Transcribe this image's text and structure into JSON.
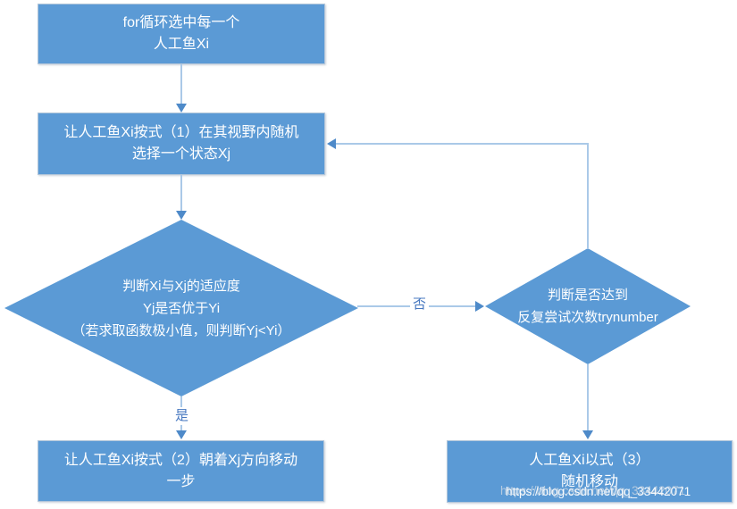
{
  "colors": {
    "shape_fill": "#5b9ad5",
    "shape_border": "#b3c6da",
    "shape_text": "#ffffff",
    "connector_line": "#aac9e8",
    "arrowhead": "#4e8ac9",
    "edge_label_text": "#4778c0",
    "background": "#ffffff"
  },
  "nodes": {
    "for_loop": {
      "lines": [
        "for循环选中每一个",
        "人工鱼Xi"
      ]
    },
    "select_state": {
      "lines": [
        "让人工鱼Xi按式（1）在其视野内随机",
        "选择一个状态Xj"
      ]
    },
    "fitness_decision": {
      "lines": [
        "判断Xi与Xj的适应度",
        "Yj是否优于Yi",
        "（若求取函数极小值，则判断Yj<Yi）"
      ]
    },
    "trynumber_decision": {
      "lines": [
        "判断是否达到",
        "反复尝试次数trynumber"
      ]
    },
    "move_step": {
      "lines": [
        "让人工鱼Xi按式（2）朝着Xj方向移动",
        "一步"
      ]
    },
    "random_move": {
      "lines": [
        "人工鱼Xi以式（3）",
        "随机移动"
      ]
    }
  },
  "edges": {
    "no_label": "否",
    "yes_label": "是"
  },
  "watermark": {
    "text": "https://blog.csdn.net/qq_33442071"
  }
}
